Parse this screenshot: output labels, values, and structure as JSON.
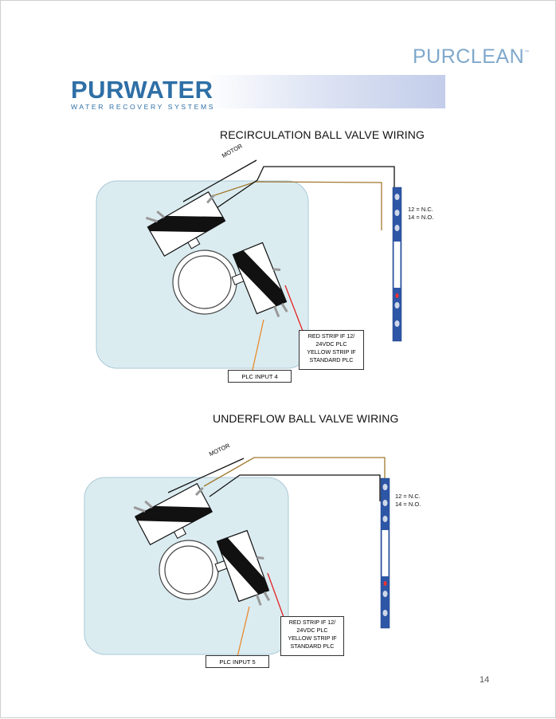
{
  "brand": {
    "top_right": "PURCLEAN",
    "tm": "™",
    "logo_main": "PURWATER",
    "logo_sub": "WATER RECOVERY SYSTEMS"
  },
  "sections": [
    {
      "title": "RECIRCULATION BALL VALVE WIRING",
      "motor_label": "MOTOR",
      "nc_label": "12 = N.C.",
      "no_label": "14 = N.O.",
      "strip_lines": [
        "RED STRIP IF 12/",
        "24VDC PLC",
        "YELLOW STRIP IF",
        "STANDARD PLC"
      ],
      "plc_label": "PLC INPUT 4"
    },
    {
      "title": "UNDERFLOW BALL VALVE WIRING",
      "motor_label": "MOTOR",
      "nc_label": "12 = N.C.",
      "no_label": "14 = N.O.",
      "strip_lines": [
        "RED STRIP IF 12/",
        "24VDC PLC",
        "YELLOW STRIP IF",
        "STANDARD PLC"
      ],
      "plc_label": "PLC INPUT 5"
    }
  ],
  "page_number": "14",
  "colors": {
    "tank": "#dbecf1",
    "tank_stroke": "#a9c9d6",
    "wire_brown": "#a0782d",
    "wire_black": "#111111",
    "wire_red": "#e22222",
    "wire_orange": "#e88a2a",
    "terminal": "#2d56a6"
  }
}
